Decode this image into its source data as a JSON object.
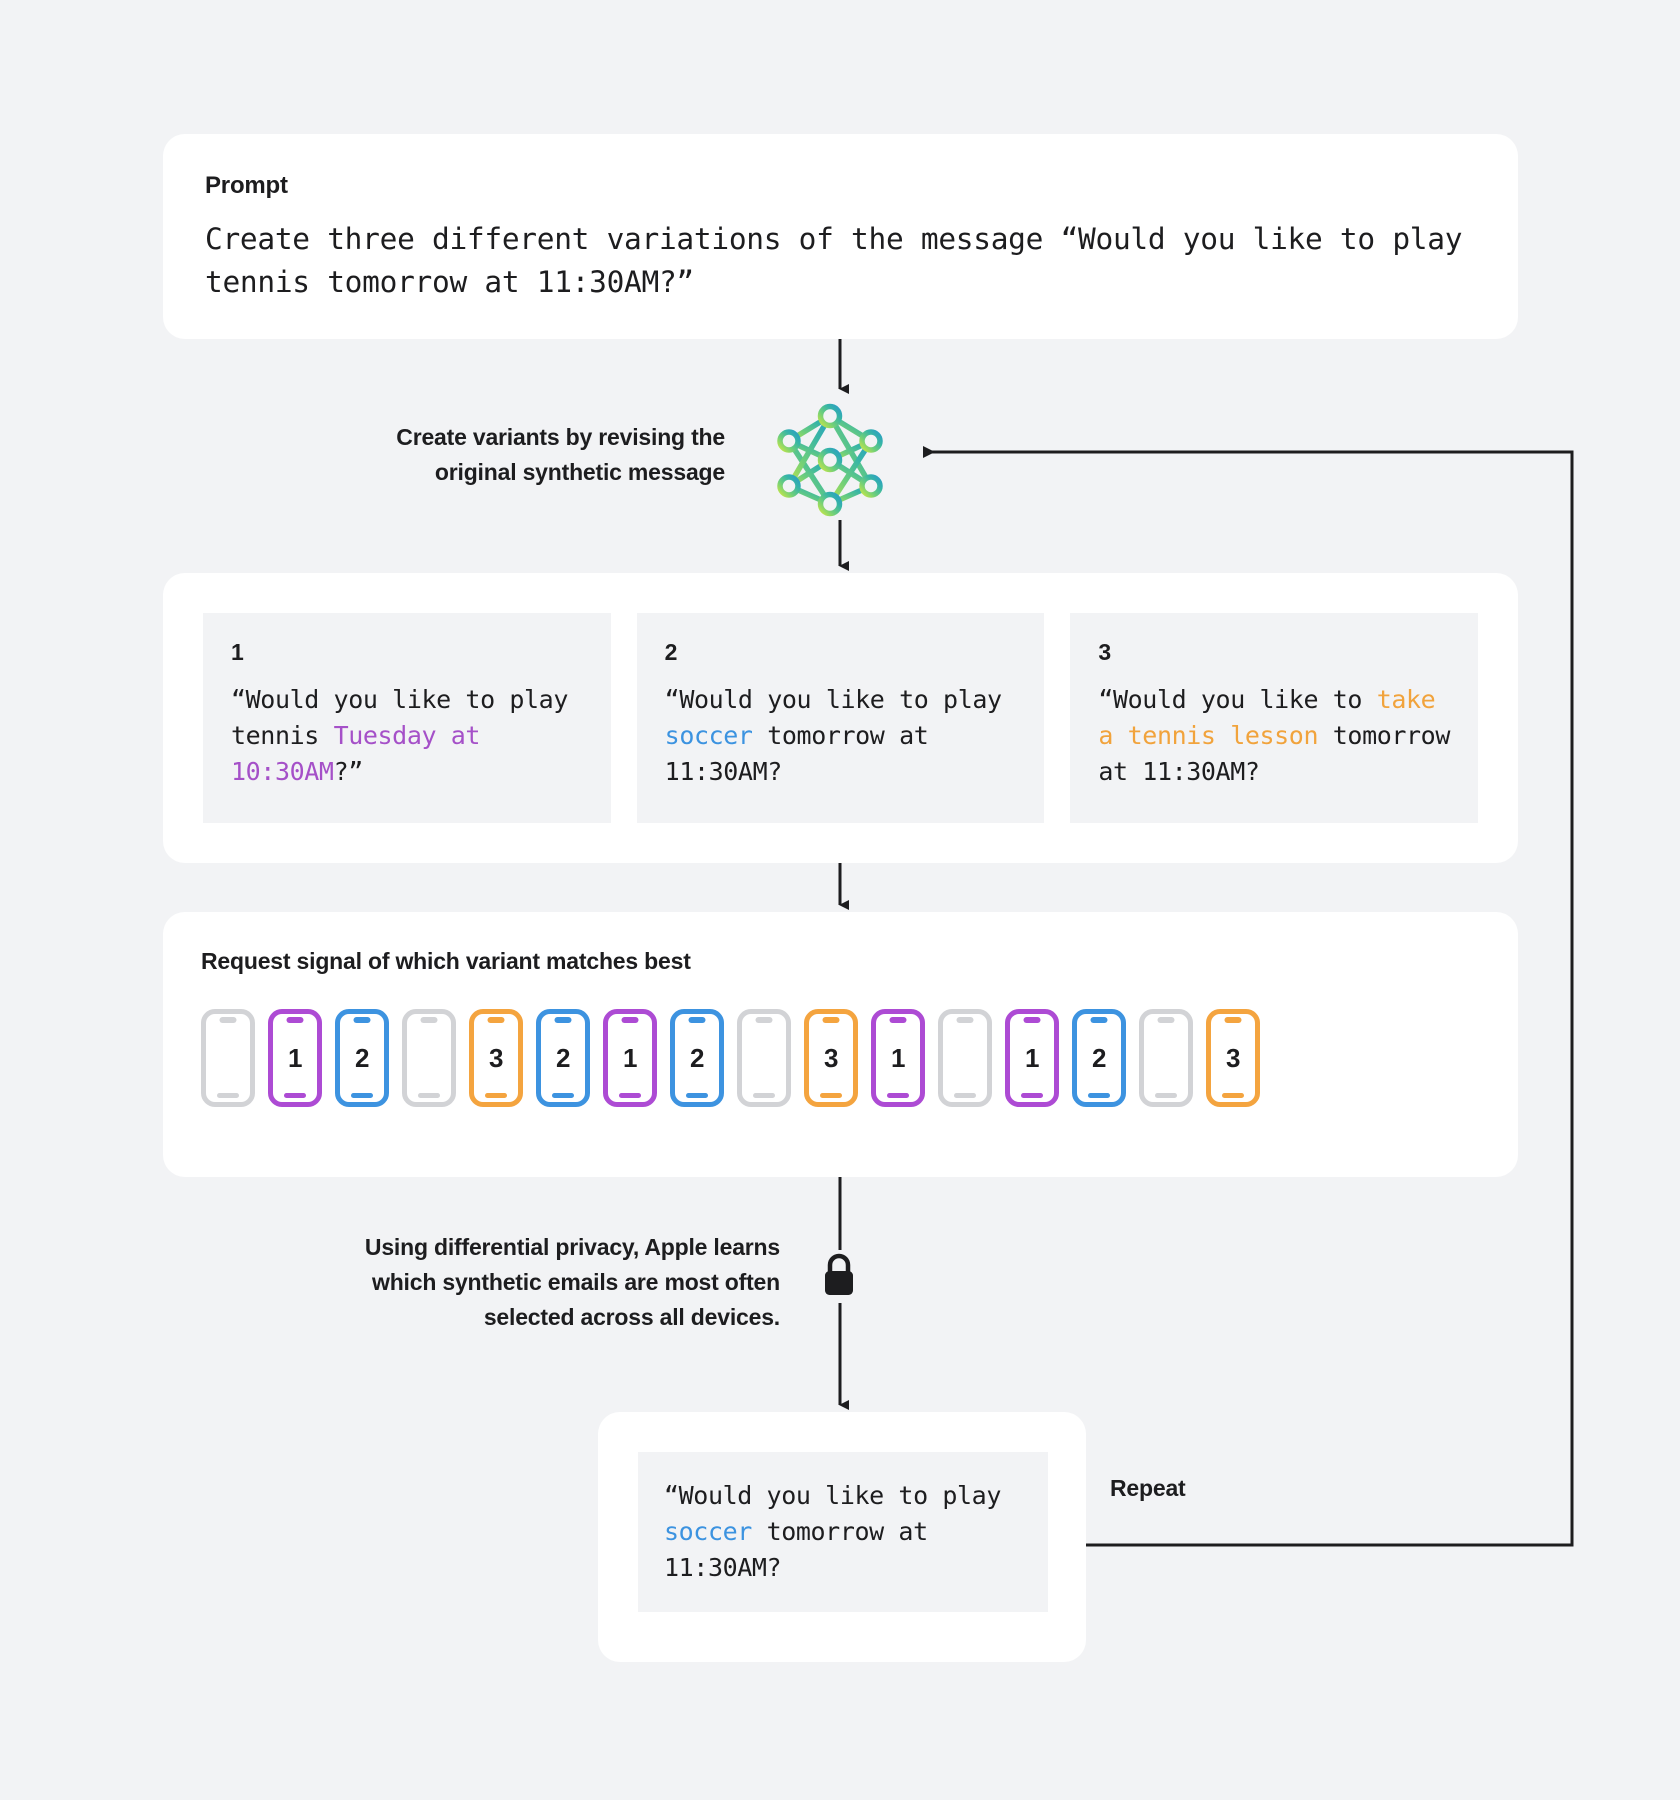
{
  "background_color": "#f2f3f5",
  "card_color": "#ffffff",
  "inner_box_color": "#f2f3f5",
  "accent_colors": {
    "purple": "#ad4bd4",
    "blue": "#3d93e0",
    "orange": "#f4a43f",
    "gray": "#d2d3d6"
  },
  "prompt": {
    "label": "Prompt",
    "text": "Create three different variations of the message “Would you like to play tennis tomorrow at 11:30AM?”"
  },
  "revise_step": {
    "label": "Create variants by revising the\noriginal synthetic message",
    "icon": "neural-network-icon"
  },
  "variants": {
    "items": [
      {
        "number": "1",
        "parts": [
          {
            "text": "“Would you like to play tennis ",
            "style": "plain"
          },
          {
            "text": "Tuesday at 10:30AM",
            "style": "purple"
          },
          {
            "text": "?”",
            "style": "plain"
          }
        ]
      },
      {
        "number": "2",
        "parts": [
          {
            "text": "“Would you like to play ",
            "style": "plain"
          },
          {
            "text": "soccer",
            "style": "blue"
          },
          {
            "text": " tomorrow at 11:30AM?",
            "style": "plain"
          }
        ]
      },
      {
        "number": "3",
        "parts": [
          {
            "text": "“Would you like to ",
            "style": "plain"
          },
          {
            "text": "take a tennis lesson",
            "style": "orange"
          },
          {
            "text": " tomorrow at 11:30AM?",
            "style": "plain"
          }
        ]
      }
    ]
  },
  "signal": {
    "title": "Request signal of which variant matches best",
    "phones": [
      {
        "value": "",
        "color": "gray"
      },
      {
        "value": "1",
        "color": "purple"
      },
      {
        "value": "2",
        "color": "blue"
      },
      {
        "value": "",
        "color": "gray"
      },
      {
        "value": "3",
        "color": "orange"
      },
      {
        "value": "2",
        "color": "blue"
      },
      {
        "value": "1",
        "color": "purple"
      },
      {
        "value": "2",
        "color": "blue"
      },
      {
        "value": "",
        "color": "gray"
      },
      {
        "value": "3",
        "color": "orange"
      },
      {
        "value": "1",
        "color": "purple"
      },
      {
        "value": "",
        "color": "gray"
      },
      {
        "value": "1",
        "color": "purple"
      },
      {
        "value": "2",
        "color": "blue"
      },
      {
        "value": "",
        "color": "gray"
      },
      {
        "value": "3",
        "color": "orange"
      }
    ]
  },
  "privacy_step": {
    "label": "Using differential privacy, Apple learns\nwhich synthetic emails are most often\nselected across all devices.",
    "icon": "lock-icon"
  },
  "result": {
    "parts": [
      {
        "text": "“Would you like to play ",
        "style": "plain"
      },
      {
        "text": "soccer",
        "style": "blue"
      },
      {
        "text": " tomorrow at 11:30AM?",
        "style": "plain"
      }
    ]
  },
  "repeat": {
    "label": "Repeat"
  }
}
